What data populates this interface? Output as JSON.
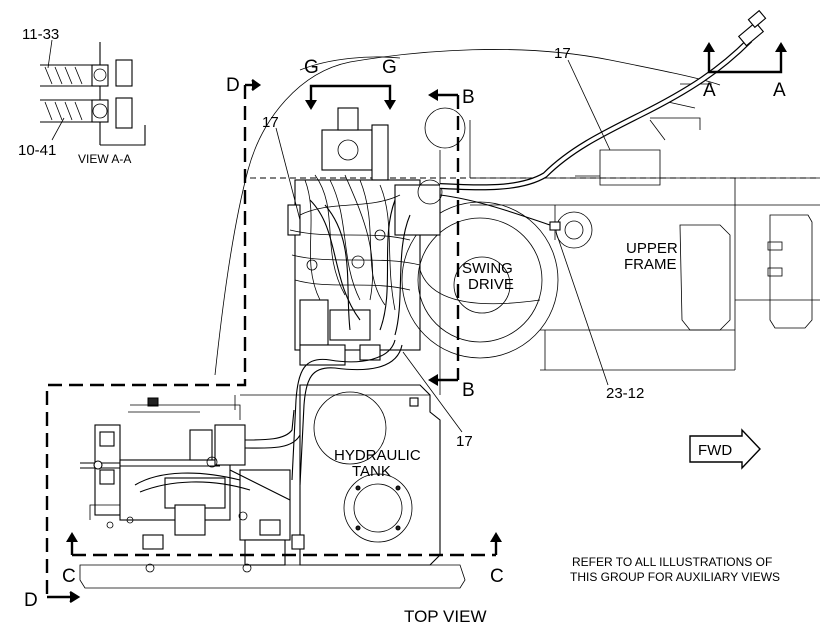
{
  "diagram": {
    "view_title": "TOP VIEW",
    "note_line1": "REFER TO ALL ILLUSTRATIONS OF",
    "note_line2": "THIS GROUP FOR AUXILIARY VIEWS",
    "fwd_label": "FWD",
    "components": {
      "upper_frame_line1": "UPPER",
      "upper_frame_line2": "FRAME",
      "swing_drive_line1": "SWING",
      "swing_drive_line2": "DRIVE",
      "hydraulic_tank_line1": "HYDRAULIC",
      "hydraulic_tank_line2": "TANK"
    },
    "detail_view": {
      "label": "VIEW A-A",
      "callout_top": "11-33",
      "callout_bottom": "10-41"
    },
    "callouts": {
      "c17_top": "17",
      "c17_left": "17",
      "c17_bottom": "17",
      "c23_12": "23-12"
    },
    "section_marks": {
      "A1": "A",
      "A2": "A",
      "B1": "B",
      "B2": "B",
      "C1": "C",
      "C2": "C",
      "D1": "D",
      "D2": "D",
      "G1": "G",
      "G2": "G"
    }
  }
}
